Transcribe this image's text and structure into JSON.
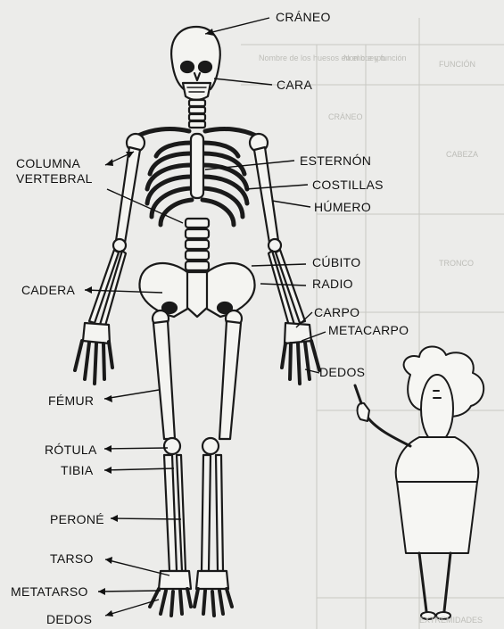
{
  "labels": {
    "craneo": "CRÁNEO",
    "cara": "CARA",
    "columna_line1": "COLUMNA",
    "columna_line2": "VERTEBRAL",
    "esternon": "ESTERNÓN",
    "costillas": "COSTILLAS",
    "humero": "HÚMERO",
    "cubito": "CÚBITO",
    "radio": "RADIO",
    "cadera": "CADERA",
    "carpo": "CARPO",
    "metacarpo": "METACARPO",
    "dedos_mano": "DEDOS",
    "femur": "FÉMUR",
    "rotula": "RÓTULA",
    "tibia": "TIBIA",
    "perone": "PERONÉ",
    "tarso": "TARSO",
    "metatarso": "METATARSO",
    "dedos_pie": "DEDOS"
  },
  "background_table": {
    "col_headers": [
      "FUNCIÓN",
      "Nombre de los huesos en el cuerpo",
      "Nombre y función"
    ],
    "rows": [
      "CRÁNEO",
      "CABEZA",
      "TRONCO",
      "EXTREMIDADES"
    ]
  },
  "colors": {
    "paper": "#ececea",
    "ink": "#1a1a1a",
    "faint": "#c4c4bf"
  }
}
